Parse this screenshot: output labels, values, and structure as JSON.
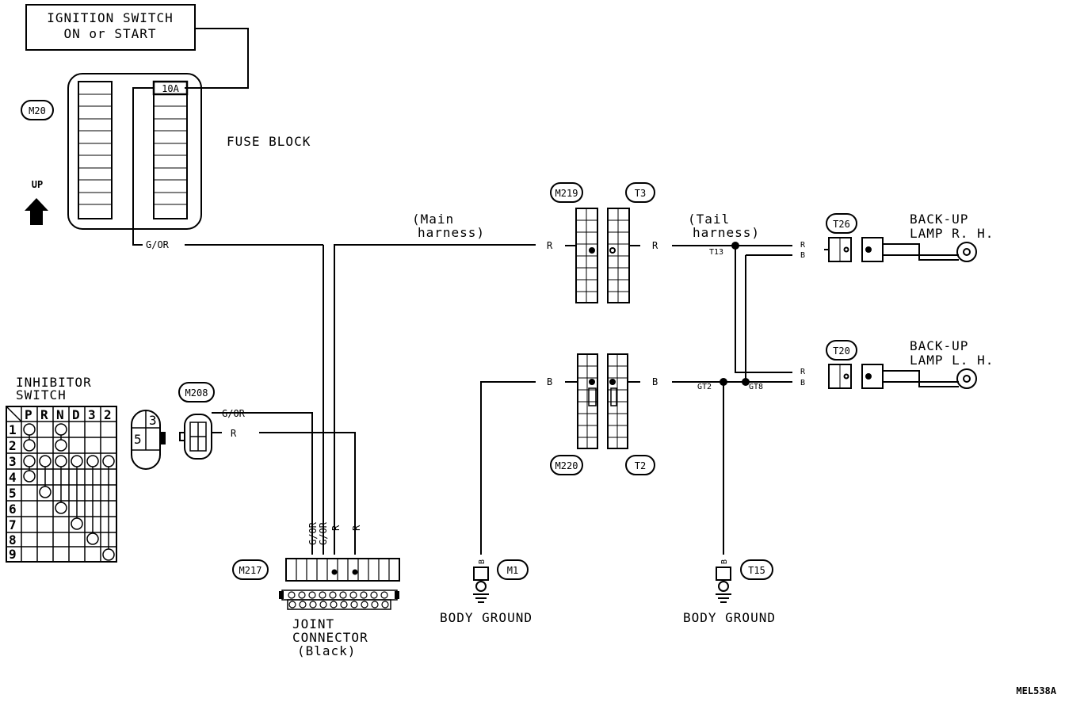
{
  "ignition": {
    "line1": "IGNITION SWITCH",
    "line2": "ON or START"
  },
  "fuse_block": {
    "connector": "M20",
    "label": "FUSE BLOCK",
    "fuse": "10A",
    "up": "UP"
  },
  "wires": {
    "g_or": "G/OR",
    "r": "R",
    "b": "B",
    "main_harness_1": "(Main",
    "main_harness_2": "harness)",
    "tail_harness_1": "(Tail",
    "tail_harness_2": "harness)"
  },
  "connectors": {
    "m219": "M219",
    "t3": "T3",
    "m220": "M220",
    "t2": "T2",
    "t26": "T26",
    "t20": "T20",
    "m208": "M208",
    "m217": "M217",
    "m1": "M1",
    "t15": "T15"
  },
  "terminals": {
    "t13": "T13",
    "gt2": "GT2",
    "gt8": "GT8"
  },
  "lamps": {
    "rh_1": "BACK-UP",
    "rh_2": "LAMP R. H.",
    "lh_1": "BACK-UP",
    "lh_2": "LAMP L. H."
  },
  "inhibitor": {
    "title_1": "INHIBITOR",
    "title_2": "SWITCH",
    "columns": [
      "P",
      "R",
      "N",
      "D",
      "3",
      "2"
    ],
    "rows": [
      "1",
      "2",
      "3",
      "4",
      "5",
      "6",
      "7",
      "8",
      "9"
    ],
    "plug_3": "3",
    "plug_5": "5"
  },
  "joint": {
    "line1": "JOINT",
    "line2": "CONNECTOR",
    "line3": "(Black)"
  },
  "ground": {
    "left": "BODY GROUND",
    "right": "BODY GROUND"
  },
  "diagram_code": "MEL538A"
}
